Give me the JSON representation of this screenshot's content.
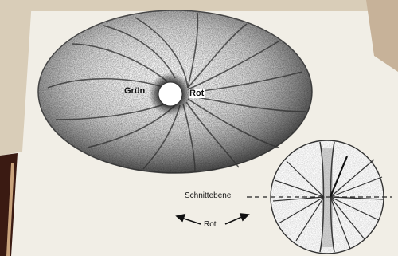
{
  "labels": {
    "green": "Grün",
    "red": "Rot",
    "section_plane": "Schnittebene",
    "red_arrows": "Rot"
  },
  "colors": {
    "paper": "#f1eee6",
    "ink": "#222222",
    "dark_band_left": "#3a1a12",
    "backdrop": "#c7b299"
  }
}
